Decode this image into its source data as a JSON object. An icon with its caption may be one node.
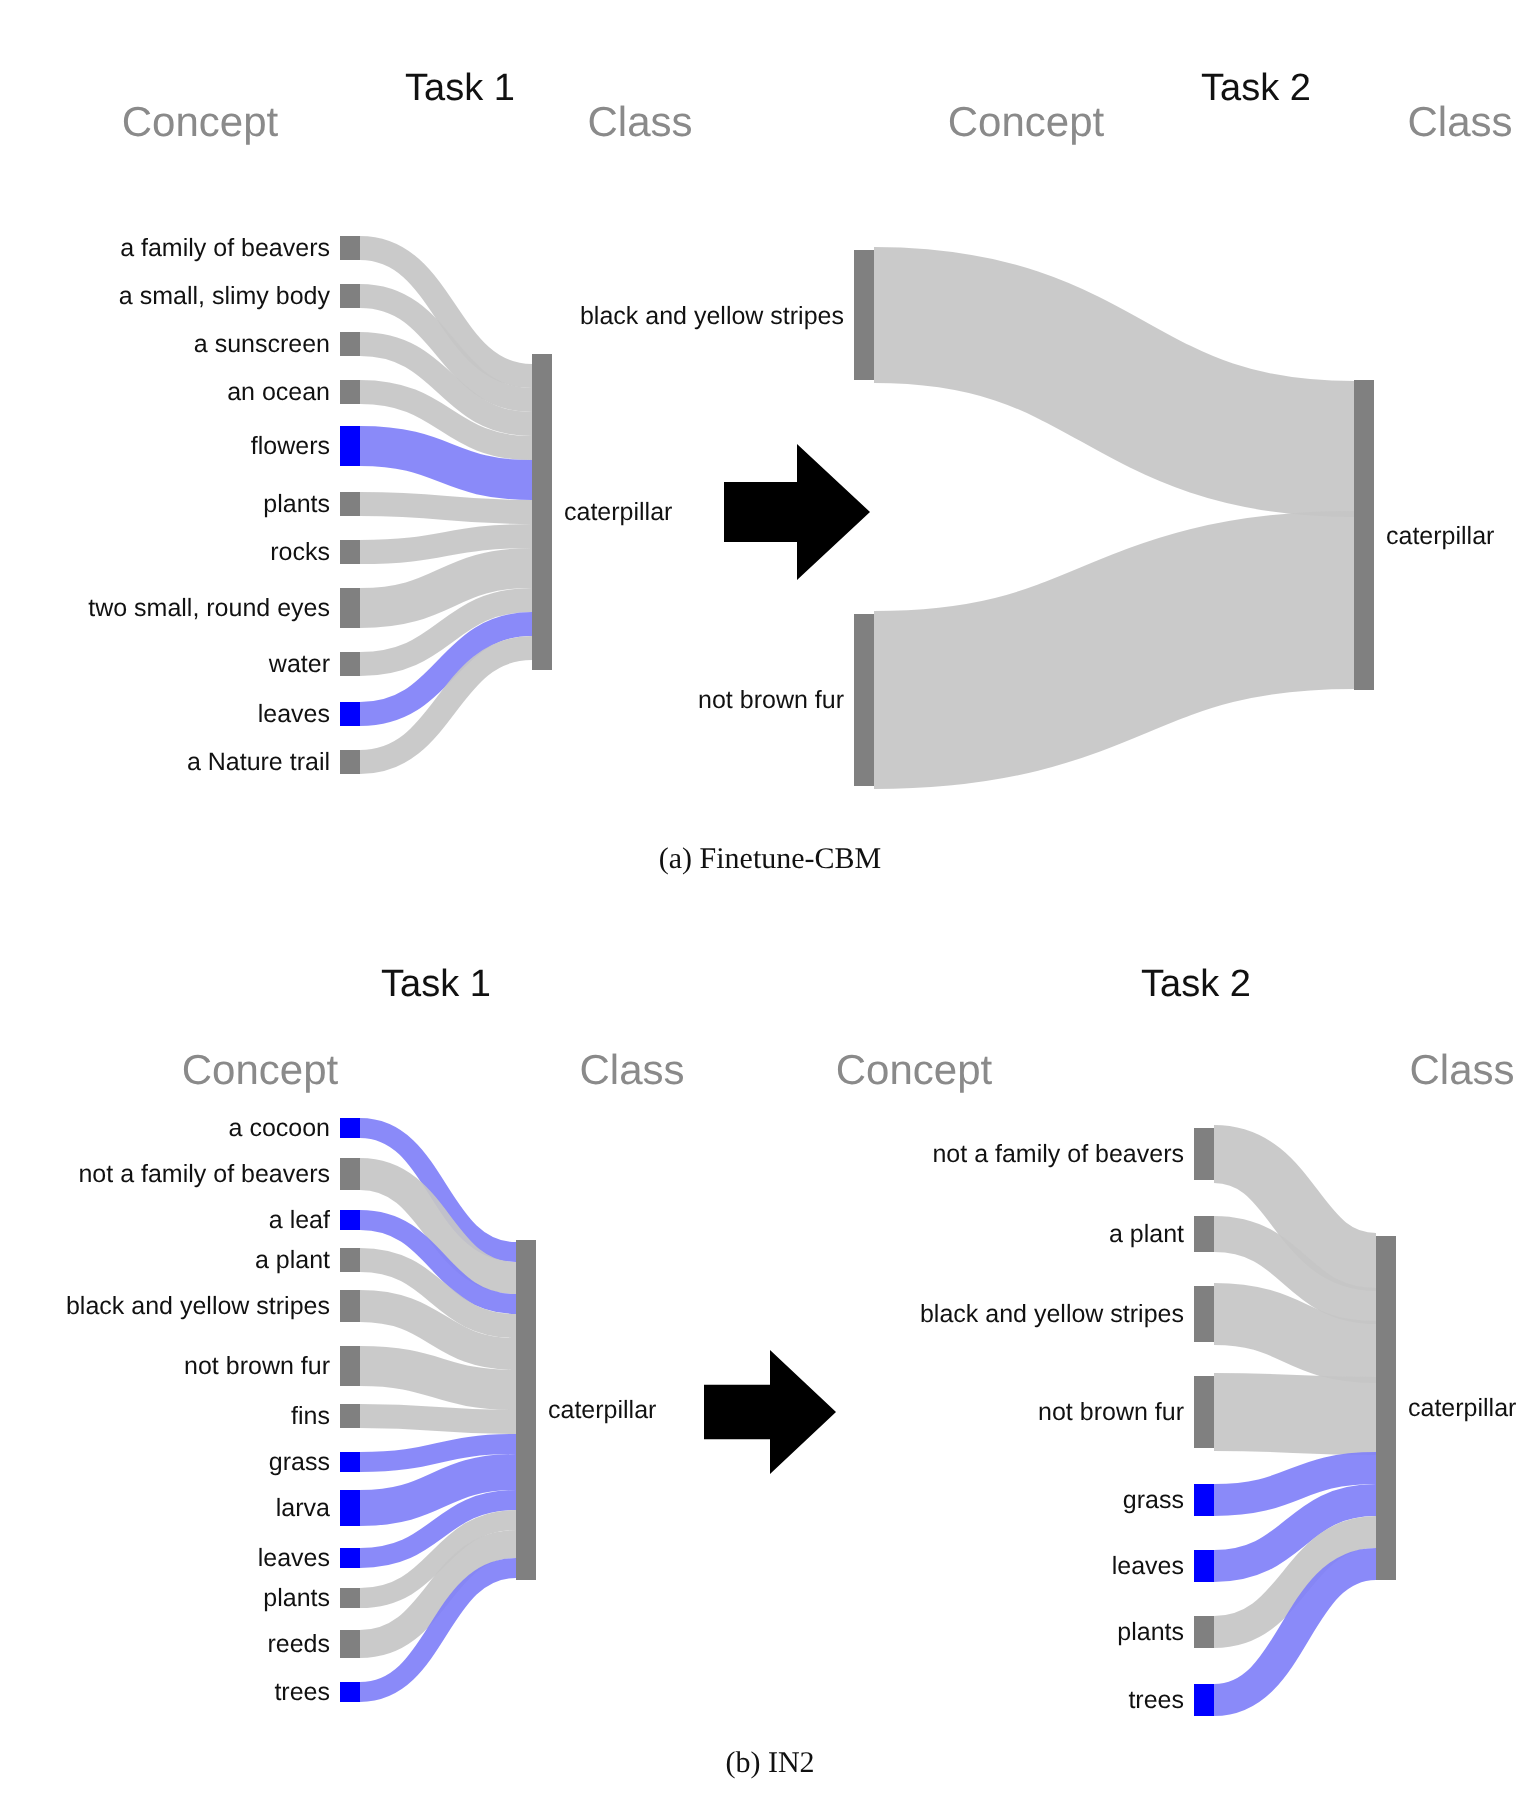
{
  "diagram": {
    "nodes": [
      {
        "text": [
          "a family of beavers"
        ]
      },
      {
        "text": [
          "a small, slimy body"
        ]
      },
      {
        "text": [
          "a sunscreen"
        ]
      },
      {
        "text": [
          "an ocean"
        ]
      },
      {
        "text": [
          "flowers"
        ]
      },
      {
        "text": [
          "plants"
        ]
      },
      {
        "text": [
          "rocks"
        ]
      },
      {
        "text": [
          "two small, round eyes"
        ]
      },
      {
        "text": [
          "water"
        ]
      },
      {
        "text": [
          "leaves"
        ]
      },
      {
        "text": [
          "a Nature trail"
        ]
      },
      {
        "text": [
          "caterpillar"
        ]
      },
      {
        "text": [
          "black and yellow stripes"
        ]
      },
      {
        "text": [
          "not brown fur"
        ]
      },
      {
        "text": [
          "caterpillar"
        ]
      },
      {
        "text": [
          "a cocoon"
        ]
      },
      {
        "text": [
          "not a family of beavers"
        ]
      },
      {
        "text": [
          "a leaf"
        ]
      },
      {
        "text": [
          "a plant"
        ]
      },
      {
        "text": [
          "black and yellow stripes"
        ]
      },
      {
        "text": [
          "not brown fur"
        ]
      },
      {
        "text": [
          "fins"
        ]
      },
      {
        "text": [
          "grass"
        ]
      },
      {
        "text": [
          "larva"
        ]
      },
      {
        "text": [
          "leaves"
        ]
      },
      {
        "text": [
          "plants"
        ]
      },
      {
        "text": [
          "reeds"
        ]
      },
      {
        "text": [
          "trees"
        ]
      },
      {
        "text": [
          "caterpillar"
        ]
      },
      {
        "text": [
          "not a family of beavers"
        ]
      },
      {
        "text": [
          "a plant"
        ]
      },
      {
        "text": [
          "black and yellow stripes"
        ]
      },
      {
        "text": [
          "not brown fur"
        ]
      },
      {
        "text": [
          "grass"
        ]
      },
      {
        "text": [
          "leaves"
        ]
      },
      {
        "text": [
          "plants"
        ]
      },
      {
        "text": [
          "trees"
        ]
      },
      {
        "text": [
          "caterpillar"
        ]
      }
    ],
    "edges": [
      {
        "from": 0,
        "to": 11,
        "arrow": "none"
      },
      {
        "from": 1,
        "to": 11,
        "arrow": "none"
      },
      {
        "from": 2,
        "to": 11,
        "arrow": "none"
      },
      {
        "from": 3,
        "to": 11,
        "arrow": "none"
      },
      {
        "from": 4,
        "to": 11,
        "arrow": "none",
        "color": "#8080f8"
      },
      {
        "from": 5,
        "to": 11,
        "arrow": "none"
      },
      {
        "from": 6,
        "to": 11,
        "arrow": "none"
      },
      {
        "from": 7,
        "to": 11,
        "arrow": "none"
      },
      {
        "from": 8,
        "to": 11,
        "arrow": "none"
      },
      {
        "from": 9,
        "to": 11,
        "arrow": "none",
        "color": "#8080f8"
      },
      {
        "from": 10,
        "to": 11,
        "arrow": "none"
      },
      {
        "from": 12,
        "to": 14,
        "arrow": "none",
        "style": "thick"
      },
      {
        "from": 13,
        "to": 14,
        "arrow": "none",
        "style": "thick"
      },
      {
        "from": 15,
        "to": 28,
        "arrow": "none",
        "color": "#8080f8"
      },
      {
        "from": 16,
        "to": 28,
        "arrow": "none"
      },
      {
        "from": 17,
        "to": 28,
        "arrow": "none",
        "color": "#8080f8"
      },
      {
        "from": 18,
        "to": 28,
        "arrow": "none"
      },
      {
        "from": 19,
        "to": 28,
        "arrow": "none"
      },
      {
        "from": 20,
        "to": 28,
        "arrow": "none"
      },
      {
        "from": 21,
        "to": 28,
        "arrow": "none"
      },
      {
        "from": 22,
        "to": 28,
        "arrow": "none",
        "color": "#8080f8"
      },
      {
        "from": 23,
        "to": 28,
        "arrow": "none",
        "color": "#8080f8"
      },
      {
        "from": 24,
        "to": 28,
        "arrow": "none",
        "color": "#8080f8"
      },
      {
        "from": 25,
        "to": 28,
        "arrow": "none"
      },
      {
        "from": 26,
        "to": 28,
        "arrow": "none"
      },
      {
        "from": 27,
        "to": 28,
        "arrow": "none",
        "color": "#8080f8"
      },
      {
        "from": 29,
        "to": 37,
        "arrow": "none",
        "style": "thick"
      },
      {
        "from": 30,
        "to": 37,
        "arrow": "none"
      },
      {
        "from": 31,
        "to": 37,
        "arrow": "none",
        "style": "thick"
      },
      {
        "from": 32,
        "to": 37,
        "arrow": "none",
        "style": "thick"
      },
      {
        "from": 33,
        "to": 37,
        "arrow": "none",
        "color": "#8080f8"
      },
      {
        "from": 34,
        "to": 37,
        "arrow": "none",
        "color": "#8080f8"
      },
      {
        "from": 35,
        "to": 37,
        "arrow": "none"
      },
      {
        "from": 36,
        "to": 37,
        "arrow": "none",
        "color": "#8080f8"
      }
    ],
    "labels": [
      "Task 1",
      "Task 2",
      "Concept",
      "Class",
      "Concept",
      "Class",
      "(a) Finetune-CBM",
      "Task 1",
      "Task 2",
      "Concept",
      "Class",
      "Concept",
      "Class",
      "(b) IN2"
    ]
  }
}
